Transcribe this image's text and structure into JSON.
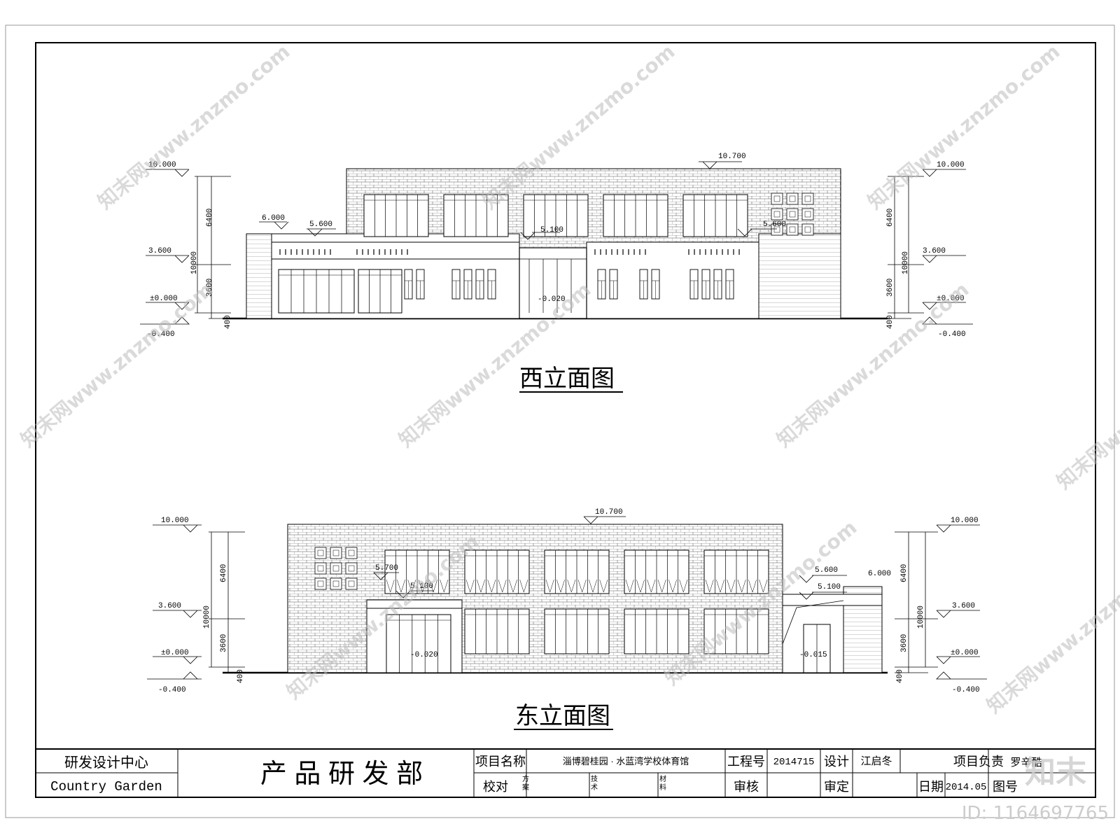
{
  "west": {
    "title": "西立面图",
    "elev_top": "10.000",
    "elev_mid": "3.600",
    "elev_zero": "±0.000",
    "elev_ground": "-0.400",
    "dim_upper": "6400",
    "dim_lower": "3600",
    "dim_total": "10000",
    "dim_base": "400",
    "roof_high": "10.700",
    "roof_left_high": "6.000",
    "roof_left": "5.600",
    "canopy": "5.100",
    "roof_right": "5.600",
    "entrance": "-0.020"
  },
  "east": {
    "title": "东立面图",
    "elev_top": "10.000",
    "elev_mid": "3.600",
    "elev_zero": "±0.000",
    "elev_ground": "-0.400",
    "dim_upper": "6400",
    "dim_lower": "3600",
    "dim_total": "10000",
    "dim_base": "400",
    "roof_high": "10.700",
    "canopy_high": "5.700",
    "canopy": "5.100",
    "roof_right": "5.600",
    "roof_right_low": "5.100",
    "roof_right_high": "6.000",
    "entrance_left": "-0.020",
    "entrance_right": "-0.015"
  },
  "title_block": {
    "center_name": "研发设计中心",
    "company_en": "Country Garden",
    "department": "产 品 研 发 部",
    "project_label": "项目名称",
    "project_name": "淄博碧桂园 · 水蓝湾学校体育馆",
    "job_label": "工程号",
    "job_no": "2014715",
    "design_label": "设计",
    "designer": "江启冬",
    "lead_label": "项目负责",
    "lead": "罗辛酷",
    "check_label": "校对",
    "scheme_label": "方\n案",
    "tech_label": "技\n术",
    "material_label": "材\n料",
    "review_label": "审核",
    "approve_label": "审定",
    "date_label": "日期",
    "date": "2014.05",
    "drawing_label": "图号"
  },
  "watermark": {
    "text": "www.znzmo.com",
    "brand": "知末网",
    "logo": "知末",
    "id_label": "ID: 1164697765"
  }
}
